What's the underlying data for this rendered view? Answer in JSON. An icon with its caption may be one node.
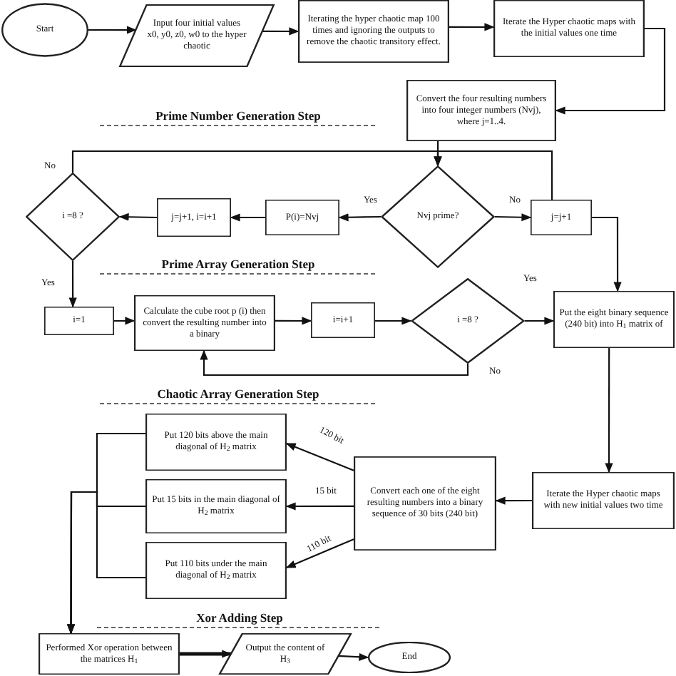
{
  "diagram": {
    "nodes": [
      {
        "text": [
          "Start"
        ]
      },
      {
        "text": [
          "Input four initial values x0, y0, z0, w0 to the hyper chaotic"
        ]
      },
      {
        "text": [
          "Iterating the hyper chaotic map 100 times and ignoring the outputs to remove the chaotic transitory effect."
        ]
      },
      {
        "text": [
          "Iterate the Hyper chaotic maps with the initial values one time"
        ]
      },
      {
        "text": [
          "Convert the four resulting numbers into four integer numbers (Nvj), where j=1..4."
        ]
      },
      {
        "text": [
          "Nvj prime?"
        ]
      },
      {
        "text": [
          "j=j+1"
        ]
      },
      {
        "text": [
          "P(i)=Nvj"
        ]
      },
      {
        "text": [
          "j=j+1, i=i+1"
        ]
      },
      {
        "text": [
          "i =8 ?"
        ]
      },
      {
        "text": [
          "i=1"
        ]
      },
      {
        "text": [
          "Calculate the cube root p (i) then convert the resulting number into a binary"
        ]
      },
      {
        "text": [
          "i=i+1"
        ]
      },
      {
        "text": [
          "i =8 ?"
        ]
      },
      {
        "text": [
          "Put the eight binary sequence (240 bit) into H$_{1}$ matrix of"
        ]
      },
      {
        "text": [
          "Iterate the Hyper chaotic maps with new initial values two time"
        ]
      },
      {
        "text": [
          "Convert each one of the eight resulting numbers into a binary sequence of 30 bits (240 bit)"
        ]
      },
      {
        "text": [
          "Put 120 bits above the main diagonal of H$_{2}$ matrix"
        ]
      },
      {
        "text": [
          "Put 15 bits in the main diagonal of H$_{2}$ matrix"
        ]
      },
      {
        "text": [
          "Put 110 bits under the main diagonal of H$_{2}$ matrix"
        ]
      },
      {
        "text": [
          "Performed Xor operation between the matrices H$_{1}$"
        ]
      },
      {
        "text": [
          "Output the content of H$_{3}$"
        ]
      },
      {
        "text": [
          "End"
        ]
      }
    ],
    "edges": [
      {
        "from": 0,
        "to": 1,
        "arrow": "to"
      },
      {
        "from": 1,
        "to": 2,
        "arrow": "to"
      },
      {
        "from": 2,
        "to": 3,
        "arrow": "to"
      },
      {
        "from": 3,
        "to": 4,
        "arrow": "to"
      },
      {
        "from": 4,
        "to": 5,
        "arrow": "to"
      },
      {
        "from": 5,
        "to": 7,
        "arrow": "to",
        "label": "Yes"
      },
      {
        "from": 5,
        "to": 6,
        "arrow": "to",
        "label": "No"
      },
      {
        "from": 7,
        "to": 8,
        "arrow": "to"
      },
      {
        "from": 8,
        "to": 9,
        "arrow": "to"
      },
      {
        "from": 9,
        "to": 5,
        "arrow": "to",
        "label": "No"
      },
      {
        "from": 6,
        "to": 5,
        "arrow": "to"
      },
      {
        "from": 6,
        "to": 14,
        "arrow": "to"
      },
      {
        "from": 9,
        "to": 10,
        "arrow": "to",
        "label": "Yes"
      },
      {
        "from": 10,
        "to": 11,
        "arrow": "to"
      },
      {
        "from": 11,
        "to": 12,
        "arrow": "to"
      },
      {
        "from": 12,
        "to": 13,
        "arrow": "to"
      },
      {
        "from": 13,
        "to": 14,
        "arrow": "to",
        "label": "Yes"
      },
      {
        "from": 13,
        "to": 11,
        "arrow": "to",
        "label": "No"
      },
      {
        "from": 14,
        "to": 15,
        "arrow": "to"
      },
      {
        "from": 15,
        "to": 16,
        "arrow": "to"
      },
      {
        "from": 16,
        "to": 17,
        "arrow": "to",
        "label": "120 bit"
      },
      {
        "from": 16,
        "to": 18,
        "arrow": "to",
        "label": "15 bit"
      },
      {
        "from": 16,
        "to": 19,
        "arrow": "to",
        "label": "110 bit"
      },
      {
        "from": 17,
        "to": 20,
        "arrow": "to"
      },
      {
        "from": 18,
        "to": 20,
        "arrow": "to"
      },
      {
        "from": 19,
        "to": 20,
        "arrow": "to"
      },
      {
        "from": 20,
        "to": 21,
        "arrow": "to",
        "style": "thick"
      },
      {
        "from": 21,
        "to": 22,
        "arrow": "to"
      }
    ],
    "labels": [
      "Prime Number Generation Step",
      "Prime Array Generation Step",
      "Chaotic Array Generation Step",
      "Xor Adding Step"
    ]
  }
}
